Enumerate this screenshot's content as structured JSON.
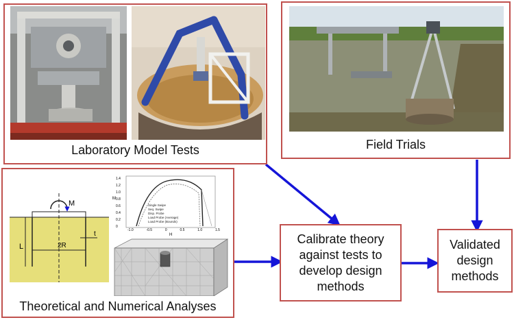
{
  "boxes": {
    "lab": {
      "label": "Laboratory Model Tests"
    },
    "field": {
      "label": "Field Trials"
    },
    "theory": {
      "label": "Theoretical and Numerical Analyses"
    },
    "calibrate": {
      "label": "Calibrate theory against tests to develop design methods"
    },
    "validated": {
      "label": "Validated design methods"
    }
  },
  "schematic": {
    "moment_label": "M",
    "length_label": "L",
    "radius_label": "2R",
    "thickness_label": "t"
  },
  "mini_chart": {
    "y_ticks": [
      "1.4",
      "1.2",
      "1.0",
      "0.8",
      "0.6",
      "0.4",
      "0.2",
      "0"
    ],
    "x_ticks": [
      "-1.0",
      "-0.5",
      "0",
      "0.5",
      "1.0",
      "1.5"
    ],
    "y_axis_label": "M",
    "x_axis_label": "H",
    "legend": [
      "Single Swipe",
      "Seq. Swipe",
      "Disp. Probe",
      "Load Probe (Average)",
      "Load Probe (Bounds)"
    ]
  },
  "colors": {
    "box_border": "#c0504d",
    "arrow": "#1515d8",
    "soil": "#e6df7a"
  }
}
